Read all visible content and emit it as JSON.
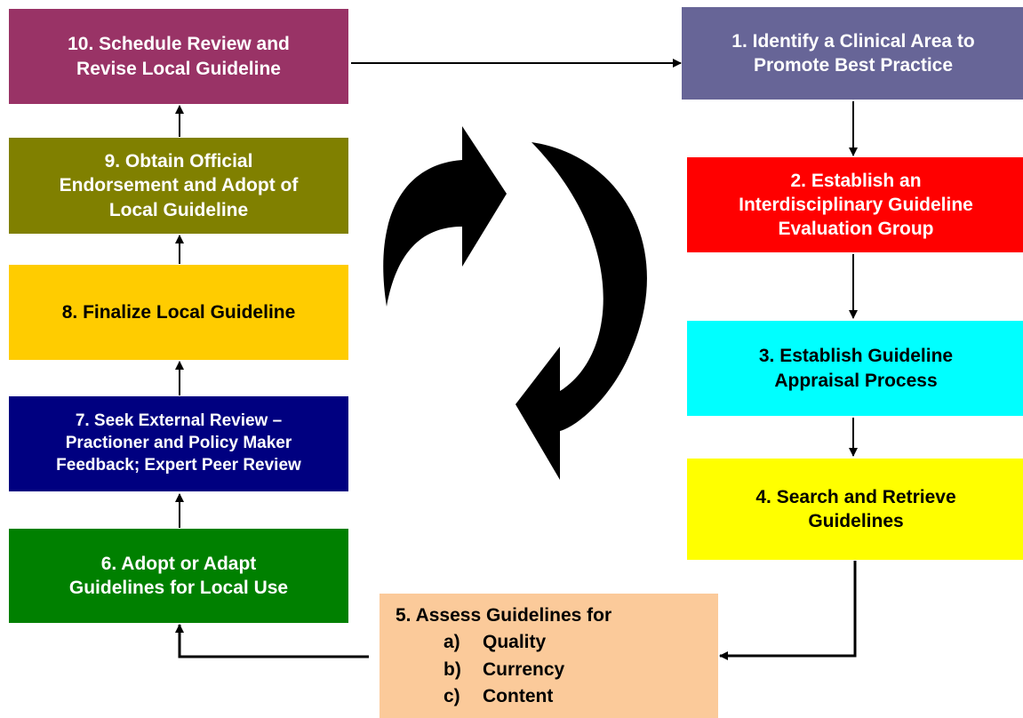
{
  "steps": {
    "s1": {
      "lines": [
        "1.  Identify a Clinical Area to",
        "Promote Best Practice"
      ],
      "color": "#676597"
    },
    "s2": {
      "lines": [
        "2. Establish an",
        "Interdisciplinary Guideline",
        "Evaluation Group"
      ],
      "color": "#ff0000"
    },
    "s3": {
      "lines": [
        "3.  Establish Guideline",
        "Appraisal Process"
      ],
      "color": "#00ffff"
    },
    "s4": {
      "lines": [
        "4.  Search and Retrieve",
        "Guidelines"
      ],
      "color": "#ffff00"
    },
    "s5": {
      "heading": "5.   Assess Guidelines for",
      "items": [
        {
          "letter": "a)",
          "text": "Quality"
        },
        {
          "letter": "b)",
          "text": "Currency"
        },
        {
          "letter": "c)",
          "text": "Content"
        }
      ],
      "color": "#fbca9a"
    },
    "s6": {
      "lines": [
        "6.  Adopt or Adapt",
        "Guidelines for Local Use"
      ],
      "color": "#008000"
    },
    "s7": {
      "lines": [
        "7.  Seek External Review –",
        "Practioner and Policy Maker",
        "Feedback; Expert Peer Review"
      ],
      "color": "#000080"
    },
    "s8": {
      "lines": [
        "8.  Finalize Local Guideline"
      ],
      "color": "#ffcc00"
    },
    "s9": {
      "lines": [
        "9.  Obtain Official",
        "Endorsement and Adopt of",
        "Local Guideline"
      ],
      "color": "#808000"
    },
    "s10": {
      "lines": [
        "10.  Schedule Review and",
        "Revise Local Guideline"
      ],
      "color": "#993366"
    }
  },
  "cycle_icon": "circular-refresh-arrows-icon"
}
